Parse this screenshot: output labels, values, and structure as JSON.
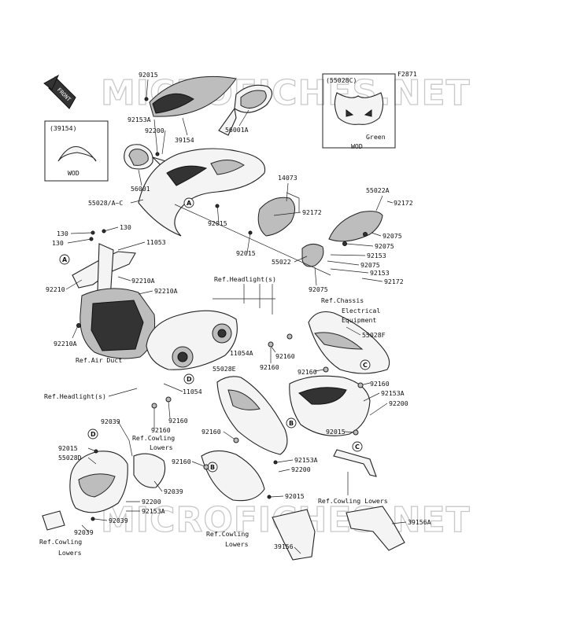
{
  "figure_code": "F2871",
  "front_badge": "FRONT",
  "watermark": [
    "MICROFICHES.NET",
    "MICROFICHES.NET"
  ],
  "inset_left": {
    "header": "(39154)",
    "footer": "WOD"
  },
  "inset_right": {
    "header": "(55028C)",
    "footer": "WOD",
    "color_note": "Green"
  },
  "ref_letters": [
    "A",
    "A",
    "A",
    "B",
    "B",
    "C",
    "C",
    "D",
    "D"
  ],
  "callouts": {
    "c92015a": "92015",
    "c92153A_a": "92153A",
    "c92200a": "92200",
    "c39154": "39154",
    "c56001A": "56001A",
    "c56001": "56001",
    "c55028ac": "55028/A~C",
    "c14073": "14073",
    "c55022A": "55022A",
    "c92172a": "92172",
    "c92172b": "92172",
    "c92172c": "92172",
    "c92015b": "92015",
    "c92015c": "92015",
    "c92075a": "92075",
    "c92075b": "92075",
    "c92075c": "92075",
    "c92075d": "92075",
    "c92153a": "92153",
    "c92153b": "92153",
    "c55022": "55022",
    "c130a": "130",
    "c130b": "130",
    "c130c": "130",
    "c11053": "11053",
    "c92210": "92210",
    "c92210A_a": "92210A",
    "c92210A_b": "92210A",
    "c92210A_c": "92210A",
    "refHeadlight": "Ref.Headlight(s)",
    "refAirDuct": "Ref.Air Duct",
    "refChassis1": "Ref.Chassis",
    "refChassis2": "Electrical",
    "refChassis3": "Equipment",
    "c11054A": "11054A",
    "c92160a": "92160",
    "c92160b": "92160",
    "c55028F": "55028F",
    "c92160c": "92160",
    "c92160d": "92160",
    "c92153A_b": "92153A",
    "c92200b": "92200",
    "c55028E": "55028E",
    "refHeadlight2": "Ref.Headlight(s)",
    "c11054": "11054",
    "c92160e": "92160",
    "c92160f": "92160",
    "c92039a": "92039",
    "refCowling1a": "Ref.Cowling",
    "refCowling1b": "Lowers",
    "c92015d": "92015",
    "c55028D": "55028D",
    "c92160g": "92160",
    "c92153A_c": "92153A",
    "c92200c": "92200",
    "c92160h": "92160",
    "c92015e": "92015",
    "c92015f": "92015",
    "c92039b": "92039",
    "c92200d": "92200",
    "c92153A_d": "92153A",
    "c92039c": "92039",
    "c92039d": "92039",
    "refCowling2a": "Ref.Cowling",
    "refCowling2b": "Lowers",
    "refCowling3a": "Ref.Cowling",
    "refCowling3b": "Lowers",
    "refCowling4": "Ref.Cowling Lowers",
    "c39156A": "39156A",
    "c39156": "39156"
  }
}
